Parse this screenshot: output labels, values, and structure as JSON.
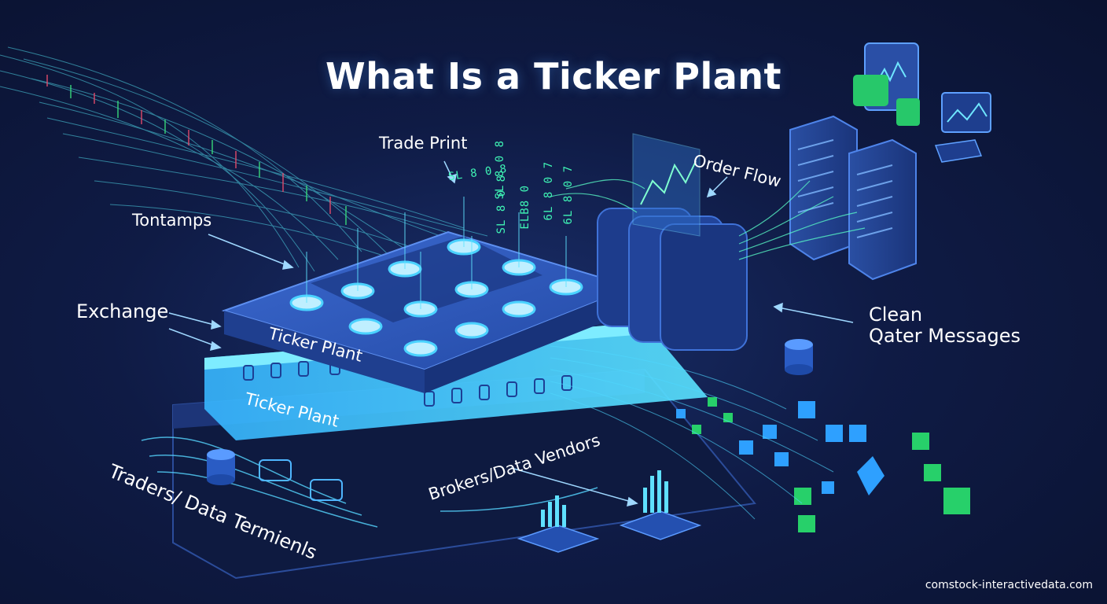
{
  "title": "What Is a Ticker Plant",
  "labels": {
    "trade_print": "Trade Print",
    "order_flow": "Order Flow",
    "tontamps": "Tontamps",
    "exchange": "Exchange",
    "clean": "Clean",
    "qater_messages": "Qater Messages",
    "ticker_plant_top": "Ticker Plant",
    "ticker_plant_mid": "Ticker Plant",
    "brokers_vendors": "Brokers/Data Vendors",
    "traders_terminals": "Traders/ Data Termienls"
  },
  "codes": [
    "SL 8 0 8",
    "SL 8 0 8",
    "SL 8 0 8",
    "ELB8 0",
    "6L 8 0 7",
    "6L 8 0 7"
  ],
  "footer": "comstock-interactivedata.com",
  "colors": {
    "bg_dark": "#0a1230",
    "platform_blue": "#2c57b8",
    "glow_cyan": "#3ad4ff",
    "green_cube": "#27d06a",
    "blue_cube": "#2ea0ff"
  }
}
